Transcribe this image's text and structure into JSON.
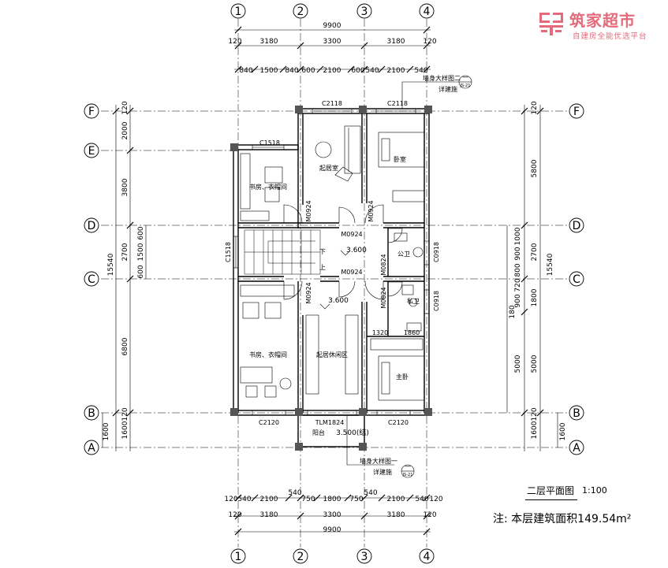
{
  "brand": {
    "name": "筑家超市",
    "slogan": "自建房全能优选平台",
    "color": "#e46b7b"
  },
  "plan": {
    "title": "二层平面图",
    "scale": "1:100",
    "area_note": "注: 本层建筑面积149.54m²"
  },
  "axes": {
    "vertical": [
      "1",
      "2",
      "3",
      "4"
    ],
    "horizontal": [
      "F",
      "E",
      "D",
      "C",
      "B",
      "A"
    ]
  },
  "dims": {
    "top_total": "9900",
    "top_mid": [
      "120",
      "3180",
      "3300",
      "3180",
      "120"
    ],
    "top_near": [
      "840",
      "1500",
      "840",
      "600",
      "2100",
      "600",
      "540",
      "2100",
      "540"
    ],
    "bottom_near": [
      "120",
      "540",
      "2100",
      "540",
      "750",
      "1800",
      "750",
      "540",
      "2100",
      "540",
      "120"
    ],
    "bottom_mid": [
      "120",
      "3180",
      "3300",
      "3180",
      "120"
    ],
    "bottom_total": "9900",
    "left_total": "15540",
    "left_mid": [
      "120",
      "2000",
      "3800",
      "2700",
      "6800",
      "120",
      "1600"
    ],
    "left_near": [
      "600",
      "1500",
      "600"
    ],
    "left_bottom": "1600",
    "right_total": "15540",
    "right_mid": [
      "120",
      "5800",
      "2700",
      "1800",
      "5000",
      "120",
      "1600"
    ],
    "right_near": [
      "1000",
      "900",
      "800",
      "720",
      "900",
      "180",
      "5000"
    ],
    "right_bottom": "1600"
  },
  "rooms": {
    "living": "起居室",
    "bedroom": "卧室",
    "study_top": "书房、衣帽间",
    "study_bottom": "书房、衣帽间",
    "lounge": "起居休闲区",
    "master": "主卧",
    "public_wc": "公卫",
    "private_wc": "私卫",
    "balcony": "阳台",
    "down": "下",
    "up": "上"
  },
  "levels": {
    "stair": "3.600",
    "hall": "3.600",
    "balcony": "3.500(结)"
  },
  "openings": {
    "c2118_a": "C2118",
    "c2118_b": "C2118",
    "c1518_top": "C1518",
    "c1518_left": "C1518",
    "m0924_a": "M0924",
    "m0924_b": "M0924",
    "m0924_c": "M0924",
    "m0924_d": "M0924",
    "m0924_e": "M0924",
    "m0824_a": "M0824",
    "m0824_b": "M0824",
    "c0918_a": "C0918",
    "c0918_b": "C0918",
    "c2120_a": "C2120",
    "c2120_b": "C2120",
    "tlm": "TLM1824",
    "d1320": "1320",
    "d1860": "1860"
  },
  "details": {
    "top_callout": "墙身大样图二",
    "top_ref": "详建施",
    "top_num": "一",
    "top_sheet": "JS-21",
    "bottom_callout": "墙身大样图一",
    "bottom_ref": "详建施",
    "bottom_num": "一",
    "bottom_sheet": "JS-21"
  }
}
